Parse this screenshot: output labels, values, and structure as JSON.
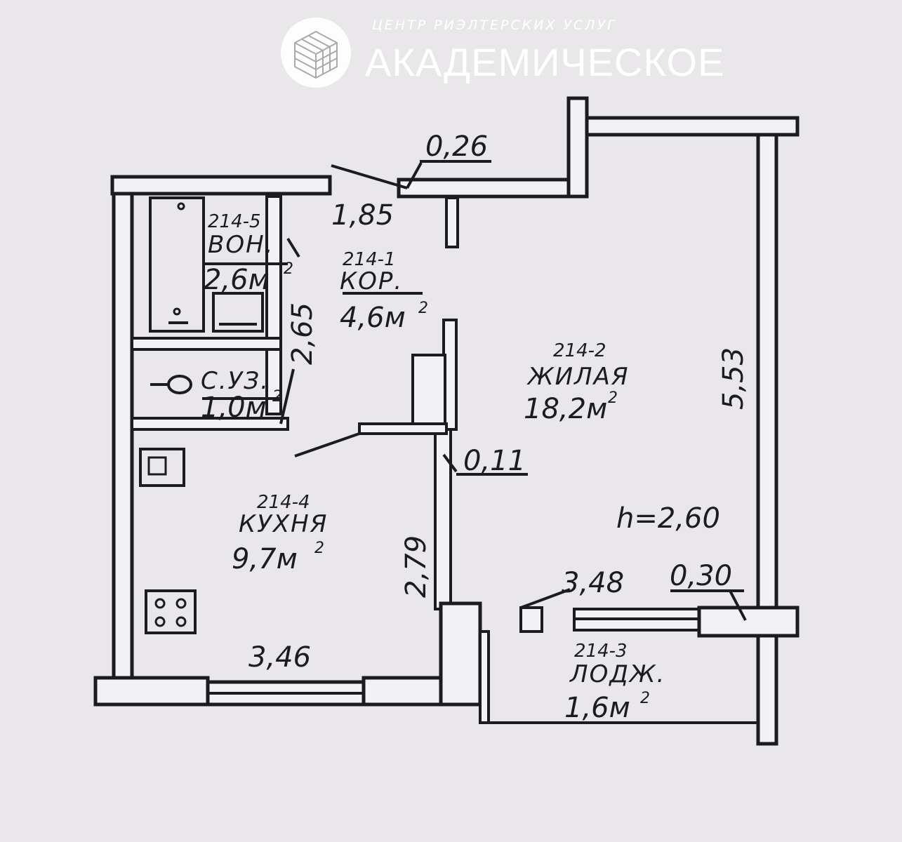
{
  "logo": {
    "tagline": "ЦЕНТР РИЭЛТЕРСКИХ УСЛУГ",
    "name": "АКАДЕМИЧЕСКОЕ"
  },
  "rooms": {
    "bathroom": {
      "code": "214-5",
      "name": "ВОН.",
      "area": "2,6м",
      "sup": "2"
    },
    "corridor": {
      "code": "214-1",
      "name": "КОР.",
      "area": "4,6м",
      "sup": "2"
    },
    "toilet": {
      "code": "",
      "name": "С.УЗ.",
      "area": "1,0м",
      "sup": "2"
    },
    "living": {
      "code": "214-2",
      "name": "ЖИЛАЯ",
      "area": "18,2м",
      "sup": "2"
    },
    "kitchen": {
      "code": "214-4",
      "name": "КУХНЯ",
      "area": "9,7м",
      "sup": "2"
    },
    "loggia": {
      "code": "214-3",
      "name": "ЛОДЖ.",
      "area": "1,6м",
      "sup": "2"
    }
  },
  "dimensions": {
    "d026": "0,26",
    "d185": "1,85",
    "d265": "2,65",
    "d553": "5,53",
    "d011": "0,11",
    "d279": "2,79",
    "d348": "3,48",
    "d030": "0,30",
    "d346": "3,46",
    "height": "h=2,60"
  },
  "colors": {
    "background": "#e9e7ea",
    "ink": "#1c1c1e",
    "wall_fill": "#f2f1f3",
    "logo": "#ffffff"
  }
}
